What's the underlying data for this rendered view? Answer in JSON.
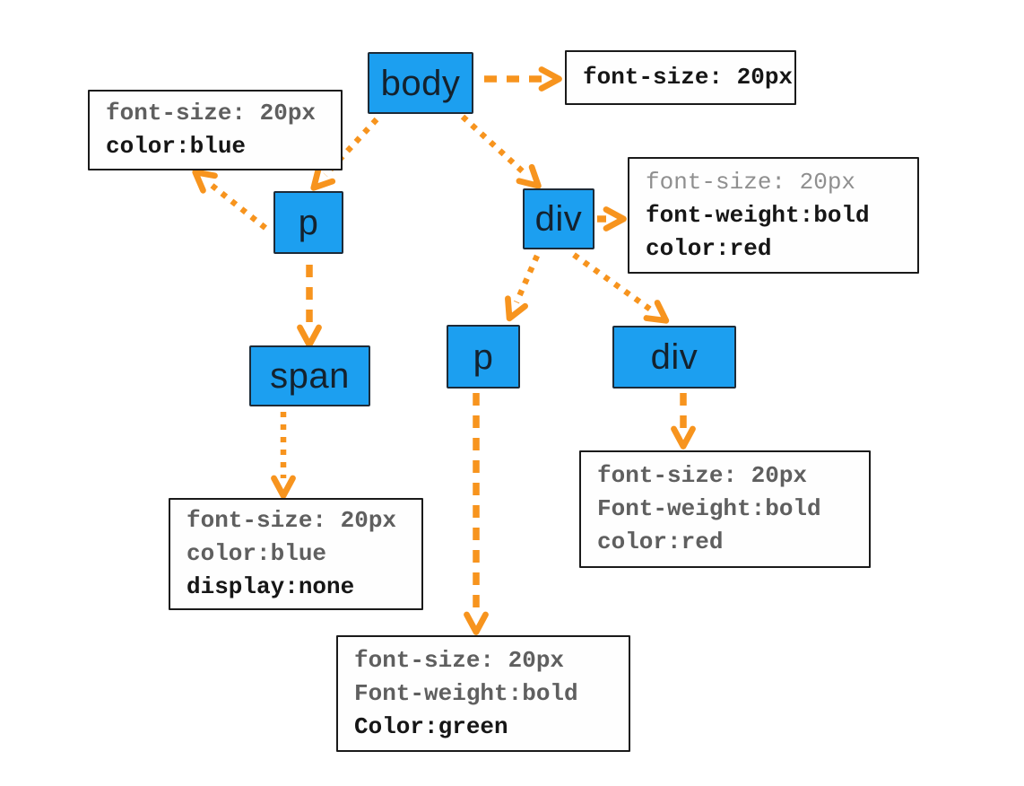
{
  "diagram": {
    "description": "DOM tree with CSS style rule boxes connected by orange arrows",
    "nodes": [
      {
        "id": "body",
        "label": "body"
      },
      {
        "id": "p-1",
        "label": "p"
      },
      {
        "id": "div-1",
        "label": "div"
      },
      {
        "id": "span-1",
        "label": "span"
      },
      {
        "id": "p-2",
        "label": "p"
      },
      {
        "id": "div-2",
        "label": "div"
      }
    ],
    "style_boxes": [
      {
        "id": "body-style",
        "lines": [
          {
            "text": "font-size: 20px",
            "emphasis": "black"
          }
        ]
      },
      {
        "id": "p1-style",
        "lines": [
          {
            "text": "font-size: 20px",
            "emphasis": "gray"
          },
          {
            "text": "color:blue",
            "emphasis": "black"
          }
        ]
      },
      {
        "id": "div1-style",
        "lines": [
          {
            "text": "font-size: 20px",
            "emphasis": "light"
          },
          {
            "text": "font-weight:bold",
            "emphasis": "black"
          },
          {
            "text": "color:red",
            "emphasis": "black"
          }
        ]
      },
      {
        "id": "span1-style",
        "lines": [
          {
            "text": "font-size: 20px",
            "emphasis": "gray"
          },
          {
            "text": "color:blue",
            "emphasis": "gray"
          },
          {
            "text": "display:none",
            "emphasis": "black"
          }
        ]
      },
      {
        "id": "div2-style",
        "lines": [
          {
            "text": "font-size: 20px",
            "emphasis": "gray"
          },
          {
            "text": "Font-weight:bold",
            "emphasis": "gray"
          },
          {
            "text": "color:red",
            "emphasis": "gray"
          }
        ]
      },
      {
        "id": "p2-style",
        "lines": [
          {
            "text": "font-size: 20px",
            "emphasis": "gray"
          },
          {
            "text": "Font-weight:bold",
            "emphasis": "gray"
          },
          {
            "text": "Color:green",
            "emphasis": "black"
          }
        ]
      }
    ],
    "edges": [
      {
        "from": "body",
        "to": "body-style",
        "line": "dashed"
      },
      {
        "from": "body",
        "to": "p-1",
        "line": "dotted"
      },
      {
        "from": "body",
        "to": "div-1",
        "line": "dotted"
      },
      {
        "from": "p-1",
        "to": "p1-style",
        "line": "dotted"
      },
      {
        "from": "p-1",
        "to": "span-1",
        "line": "dashed"
      },
      {
        "from": "div-1",
        "to": "div1-style",
        "line": "dashed"
      },
      {
        "from": "div-1",
        "to": "p-2",
        "line": "dotted"
      },
      {
        "from": "div-1",
        "to": "div-2",
        "line": "dotted"
      },
      {
        "from": "span-1",
        "to": "span1-style",
        "line": "dotted"
      },
      {
        "from": "p-2",
        "to": "p2-style",
        "line": "dashed"
      },
      {
        "from": "div-2",
        "to": "div2-style",
        "line": "dashed"
      }
    ],
    "colors": {
      "node_fill": "#1c9ff0",
      "node_border": "#1d2b38",
      "node_text": "#14222e",
      "arrow": "#f7941e",
      "box_border": "#1a1a1a",
      "text_black": "#161616",
      "text_gray": "#5f5f5f",
      "text_light": "#8f8f8f",
      "background": "#ffffff"
    }
  }
}
